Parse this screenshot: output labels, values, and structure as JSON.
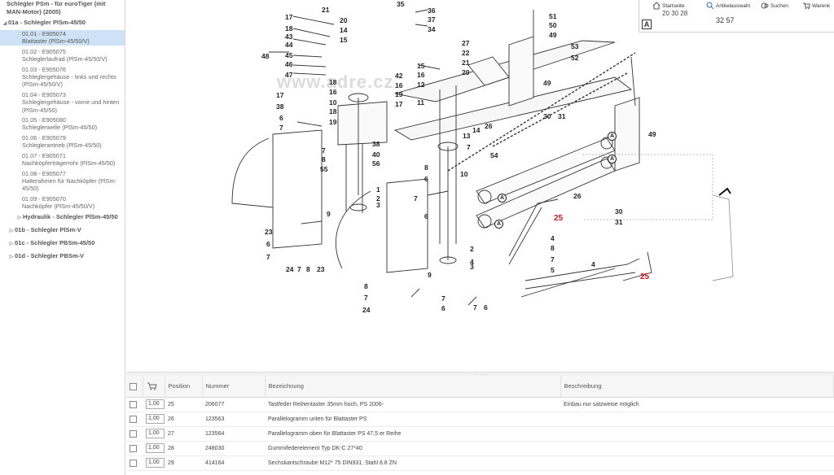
{
  "sidebar": {
    "root": "Schlegler PSm - für euroTiger (mit MAN-Motor) (2005)",
    "group": "01a - Schlegler PlSm-45/50",
    "items": [
      {
        "code": "01.01 - E905074",
        "name": "Blattaster (PlSm-45/50/V)",
        "selected": true
      },
      {
        "code": "01.02 - E905075",
        "name": "Schleglerlaufrad (PlSm-45/50/V)",
        "selected": false
      },
      {
        "code": "01.03 - E905076",
        "name": "Schleglergehäuse - links und rechts (PlSm-45/50/V)",
        "selected": false
      },
      {
        "code": "01.04 - E905073",
        "name": "Schleglergehäuse - vorne und hinten (PlSm-45/50)",
        "selected": false
      },
      {
        "code": "01.05 - E905080",
        "name": "Schleglerwelle (PlSm-45/50)",
        "selected": false
      },
      {
        "code": "01.06 - E905079",
        "name": "Schleglerantrieb (PlSm-45/50)",
        "selected": false
      },
      {
        "code": "01.07 - E905071",
        "name": "Nachköpferträgerrohr (PlSm-45/50)",
        "selected": false
      },
      {
        "code": "01.08 - E905077",
        "name": "Halterahmen für Nachköpfer (PlSm-45/50)",
        "selected": false
      },
      {
        "code": "01.09 - E905070",
        "name": "Nachköpfer (PlSm-45/50/V)",
        "selected": false
      }
    ],
    "sub_item": "Hydraulik - Schlegler PlSm-45/50",
    "groups": [
      "01b - Schlegler PlSm-V",
      "01c - Schlegler PBSm-45/50",
      "01d - Schlegler PBSm-V"
    ]
  },
  "toolbar": {
    "home": "Startseite",
    "select": "Artikelauswahl",
    "search": "Suchen",
    "cart": "Warenk",
    "row2": "20 30 28",
    "numbers": "32 57",
    "label_a": "A"
  },
  "drawing": {
    "watermark": "www.adre.cz",
    "callouts": [
      [
        "21",
        240,
        7
      ],
      [
        "35",
        332,
        0
      ],
      [
        "36",
        370,
        8
      ],
      [
        "37",
        370,
        19
      ],
      [
        "34",
        370,
        31
      ],
      [
        "20",
        262,
        20
      ],
      [
        "14",
        262,
        32
      ],
      [
        "15",
        262,
        44
      ],
      [
        "17",
        195,
        16
      ],
      [
        "18",
        195,
        30
      ],
      [
        "43",
        195,
        40
      ],
      [
        "44",
        195,
        50
      ],
      [
        "45",
        195,
        63
      ],
      [
        "46",
        195,
        74
      ],
      [
        "47",
        195,
        87
      ],
      [
        "48",
        166,
        64
      ],
      [
        "51",
        519,
        15
      ],
      [
        "50",
        519,
        26
      ],
      [
        "49",
        519,
        38
      ],
      [
        "27",
        412,
        48
      ],
      [
        "22",
        412,
        60
      ],
      [
        "21",
        412,
        72
      ],
      [
        "20",
        412,
        84
      ],
      [
        "15",
        357,
        76
      ],
      [
        "16",
        357,
        87
      ],
      [
        "12",
        357,
        99
      ],
      [
        "11",
        357,
        121
      ],
      [
        "42",
        330,
        88
      ],
      [
        "16",
        330,
        100
      ],
      [
        "19",
        330,
        111
      ],
      [
        "17",
        330,
        123
      ],
      [
        "18",
        249,
        96
      ],
      [
        "16",
        249,
        108
      ],
      [
        "10",
        249,
        121
      ],
      [
        "18",
        249,
        132
      ],
      [
        "19",
        249,
        145
      ],
      [
        "17",
        184,
        112
      ],
      [
        "38",
        184,
        126
      ],
      [
        "6",
        188,
        140
      ],
      [
        "7",
        188,
        152
      ],
      [
        "7",
        240,
        180
      ],
      [
        "8",
        240,
        191
      ],
      [
        "55",
        238,
        203
      ],
      [
        "38",
        302,
        172
      ],
      [
        "40",
        302,
        185
      ],
      [
        "56",
        302,
        196
      ],
      [
        "53",
        546,
        52
      ],
      [
        "52",
        546,
        66
      ],
      [
        "49",
        512,
        97
      ],
      [
        "30",
        512,
        138
      ],
      [
        "31",
        530,
        138
      ],
      [
        "14",
        425,
        155
      ],
      [
        "26",
        440,
        150
      ],
      [
        "13",
        413,
        162
      ],
      [
        "7",
        418,
        176
      ],
      [
        "54",
        447,
        186
      ],
      [
        "8",
        366,
        201
      ],
      [
        "6",
        366,
        215
      ],
      [
        "7",
        353,
        239
      ],
      [
        "10",
        410,
        209
      ],
      [
        "1",
        307,
        228
      ],
      [
        "2",
        307,
        239
      ],
      [
        "3",
        307,
        247
      ],
      [
        "9",
        246,
        258
      ],
      [
        "6",
        366,
        261
      ],
      [
        "2",
        422,
        301
      ],
      [
        "4",
        422,
        317
      ],
      [
        "3",
        422,
        323
      ],
      [
        "9",
        370,
        333
      ],
      [
        "23",
        170,
        280
      ],
      [
        "6",
        172,
        295
      ],
      [
        "7",
        172,
        311
      ],
      [
        "24",
        196,
        326
      ],
      [
        "7",
        210,
        326
      ],
      [
        "8",
        221,
        326
      ],
      [
        "23",
        234,
        326
      ],
      [
        "8",
        292,
        347
      ],
      [
        "7",
        292,
        361
      ],
      [
        "24",
        290,
        376
      ],
      [
        "6",
        387,
        374
      ],
      [
        "7",
        387,
        362
      ],
      [
        "7",
        426,
        373
      ],
      [
        "6",
        439,
        373
      ],
      [
        "49",
        641,
        160
      ],
      [
        "30",
        600,
        255
      ],
      [
        "31",
        600,
        268
      ],
      [
        "26",
        549,
        236
      ],
      [
        "4",
        521,
        288
      ],
      [
        "8",
        521,
        300
      ],
      [
        "7",
        521,
        314
      ],
      [
        "5",
        521,
        327
      ],
      [
        "4",
        571,
        320
      ]
    ],
    "red_callouts": [
      [
        "25",
        525,
        263
      ],
      [
        "25",
        631,
        335
      ]
    ],
    "label_a_marks": [
      [
        "A",
        591,
        162
      ],
      [
        "A",
        591,
        190
      ],
      [
        "A",
        456,
        238
      ],
      [
        "A",
        452,
        270
      ]
    ]
  },
  "table": {
    "headers": {
      "position": "Position",
      "number": "Nummer",
      "designation": "Bezeichnung",
      "description": "Beschreibung"
    },
    "rows": [
      {
        "qty": "1,00",
        "position": "25",
        "number": "206077",
        "designation": "Tastfeder Reihentaster 35mm hoch, PS 2006-",
        "description": "Einbau nur satzweise möglich"
      },
      {
        "qty": "1,00",
        "position": "26",
        "number": "123563",
        "designation": "Parallelogramm unten für Blattaster PS",
        "description": ""
      },
      {
        "qty": "1,00",
        "position": "27",
        "number": "123564",
        "designation": "Parallelogramm oben für Blattaster PS 47,5 er Reihe",
        "description": ""
      },
      {
        "qty": "1,00",
        "position": "28",
        "number": "248030",
        "designation": "Gummifederelement Typ DK-C 27*40",
        "description": ""
      },
      {
        "qty": "1,00",
        "position": "29",
        "number": "414164",
        "designation": "Sechskantschraube M12* 75 DIN931, Stahl 8.8 ZN",
        "description": ""
      }
    ]
  },
  "colors": {
    "selected_bg": "#cde3f5",
    "callout_red": "#c8161d"
  }
}
